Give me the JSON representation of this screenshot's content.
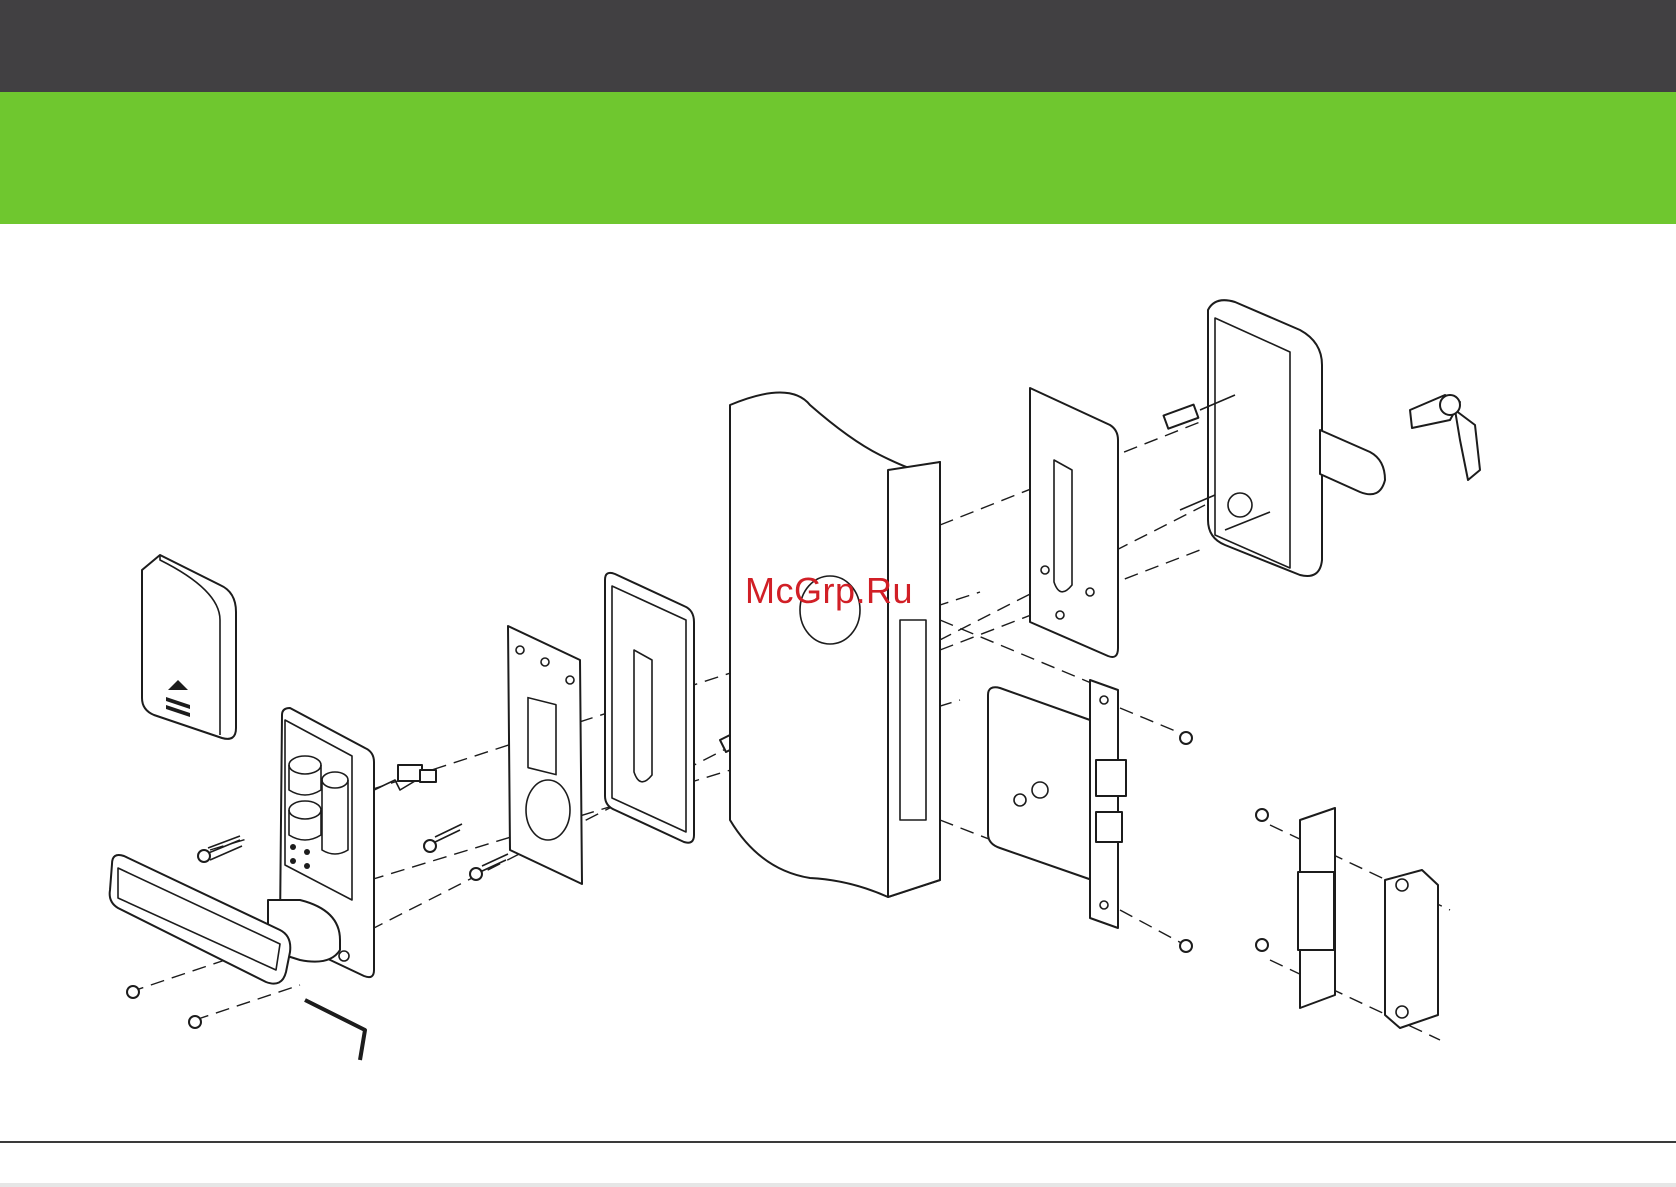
{
  "header": {
    "bar_color": "#414042",
    "band_color": "#6fc72f"
  },
  "watermark": {
    "text": "McGrp.Ru",
    "color": "#d11f26"
  },
  "diagram": {
    "components": [
      "battery-cover",
      "front-lock-body",
      "lever-handle",
      "wire-connector",
      "front-mounting-plate",
      "front-gasket",
      "door",
      "spindle",
      "back-gasket",
      "back-lock-body",
      "keys",
      "mortise-lock",
      "strike-plate",
      "strike-box",
      "mounting-screws",
      "allen-key"
    ]
  }
}
